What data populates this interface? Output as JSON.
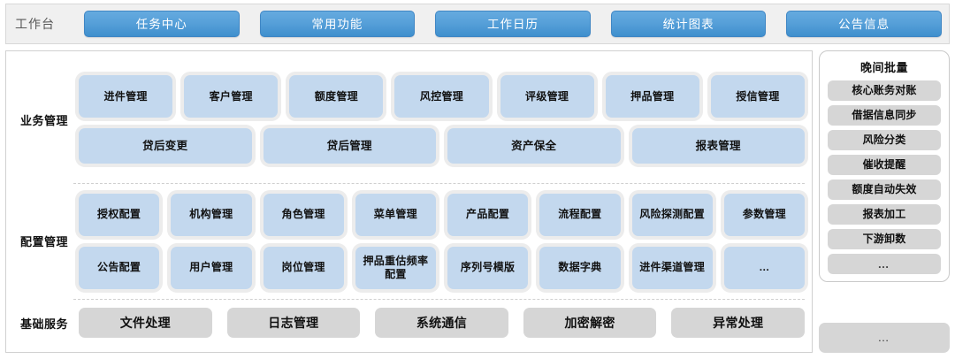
{
  "topbar": {
    "title": "工作台",
    "tabs": [
      {
        "label": "任务中心"
      },
      {
        "label": "常用功能"
      },
      {
        "label": "工作日历"
      },
      {
        "label": "统计图表"
      },
      {
        "label": "公告信息"
      }
    ]
  },
  "sections": [
    {
      "key": "business",
      "label": "业务管理",
      "rows": [
        {
          "style": "tall",
          "cards": [
            {
              "label": "进件管理"
            },
            {
              "label": "客户管理"
            },
            {
              "label": "额度管理"
            },
            {
              "label": "风控管理"
            },
            {
              "label": "评级管理"
            },
            {
              "label": "押品管理"
            },
            {
              "label": "授信管理"
            }
          ]
        },
        {
          "style": "wide",
          "cards": [
            {
              "label": "贷后变更"
            },
            {
              "label": "贷后管理"
            },
            {
              "label": "资产保全"
            },
            {
              "label": "报表管理"
            }
          ]
        }
      ]
    },
    {
      "key": "config",
      "label": "配置管理",
      "rows": [
        {
          "style": "cfg-row",
          "cards": [
            {
              "label": "授权配置"
            },
            {
              "label": "机构管理"
            },
            {
              "label": "角色管理"
            },
            {
              "label": "菜单管理"
            },
            {
              "label": "产品配置"
            },
            {
              "label": "流程配置"
            },
            {
              "label": "风险探测配置"
            },
            {
              "label": "参数管理"
            }
          ]
        },
        {
          "style": "cfg-row",
          "cards": [
            {
              "label": "公告配置"
            },
            {
              "label": "用户管理"
            },
            {
              "label": "岗位管理"
            },
            {
              "label": "押品重估频率配置"
            },
            {
              "label": "序列号模版"
            },
            {
              "label": "数据字典"
            },
            {
              "label": "进件渠道管理"
            },
            {
              "label": "…"
            }
          ]
        }
      ]
    },
    {
      "key": "base",
      "label": "基础服务",
      "rows": [
        {
          "style": "base-row",
          "grey": true,
          "cards": [
            {
              "label": "文件处理"
            },
            {
              "label": "日志管理"
            },
            {
              "label": "系统通信"
            },
            {
              "label": "加密解密"
            },
            {
              "label": "异常处理"
            }
          ]
        }
      ]
    }
  ],
  "right_panel": {
    "batch": {
      "title": "晚间批量",
      "items": [
        {
          "label": "核心账务对账"
        },
        {
          "label": "借据信息同步"
        },
        {
          "label": "风险分类"
        },
        {
          "label": "催收提醒"
        },
        {
          "label": "额度自动失效"
        },
        {
          "label": "报表加工"
        },
        {
          "label": "下游卸数"
        },
        {
          "label": "…"
        }
      ]
    },
    "more_label": "…"
  },
  "colors": {
    "tab_blue_top": "#65aadf",
    "tab_blue_bottom": "#3f8fcd",
    "card_blue": "#c3d8ee",
    "card_grey": "#d6d6d6",
    "card_halo": "#ececec",
    "topbar_bg": "#f0f0f0"
  }
}
